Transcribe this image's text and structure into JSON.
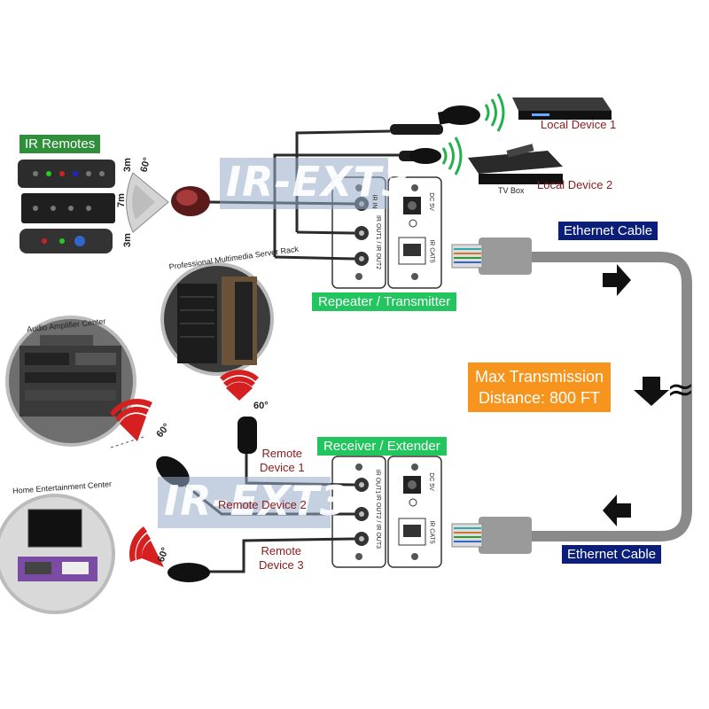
{
  "labels": {
    "ir_remotes": "IR Remotes",
    "local_device_1": "Local Device 1",
    "local_device_2": "Local Device 2",
    "tv_box": "TV Box",
    "watermark": "IR-EXT3",
    "repeater": "Repeater / Transmitter",
    "receiver": "Receiver / Extender",
    "ethernet_cable_top": "Ethernet Cable",
    "ethernet_cable_bottom": "Ethernet Cable",
    "max_transmission_line1": "Max Transmission",
    "max_transmission_line2": "Distance: 800 FT",
    "remote_device_1_line1": "Remote",
    "remote_device_1_line2": "Device 1",
    "remote_device_2": "Remote Device 2",
    "remote_device_3_line1": "Remote",
    "remote_device_3_line2": "Device 3",
    "server_rack": "Professional Multimedia Server Rack",
    "audio_center": "Audio Amplifier Center",
    "home_center": "Home Entertainment Center"
  },
  "angles": {
    "remote_angle": "60°",
    "rack_angle": "60°",
    "audio_angle": "60°",
    "home_angle": "60°"
  },
  "distances": {
    "top": "3m",
    "middle": "7m",
    "bottom": "3m"
  },
  "ports": {
    "transmitter_left": [
      "IR IN",
      "IR OUT1 / IR OUT2"
    ],
    "transmitter_right": [
      "DC 5V",
      "IR CAT5"
    ],
    "receiver_left": [
      "IR OUT1",
      "IR OUT2 / IR OUT3"
    ],
    "receiver_right": [
      "DC 5V",
      "IR CAT5"
    ]
  },
  "colors": {
    "green": "#22c55e",
    "navy": "#0b1f7a",
    "orange": "#f7941d",
    "red_text": "#8b1a1a",
    "cable": "#888888",
    "signal_red": "#d62020",
    "signal_green": "#22b14c"
  }
}
